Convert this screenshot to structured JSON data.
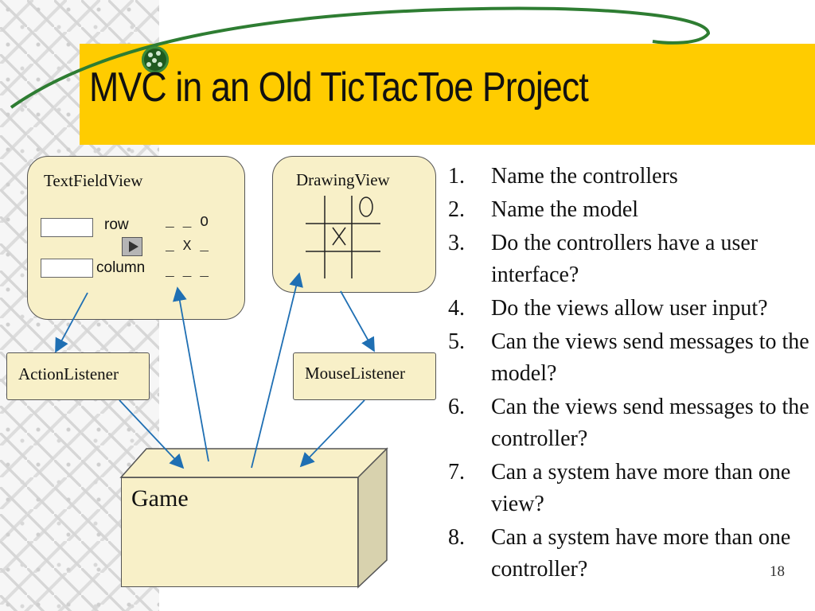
{
  "slide": {
    "title": "MVC in an Old TicTacToe Project",
    "page_number": "18",
    "colors": {
      "title_band": "#ffcc00",
      "box_fill": "#f8f0c8",
      "arrow": "#1f6fb3",
      "swoosh": "#2e7d32"
    },
    "logo_icon": "globe-logo-icon"
  },
  "diagram": {
    "text_field_view": {
      "title": "TextFieldView",
      "row_label": "row",
      "column_label": "column",
      "board_lines": [
        "_ _ O",
        "_ X _",
        "_ _ _"
      ]
    },
    "drawing_view": {
      "title": "DrawingView",
      "x_mark": "X",
      "o_mark": "O"
    },
    "action_listener": "ActionListener",
    "mouse_listener": "MouseListener",
    "game": "Game"
  },
  "questions": [
    {
      "num": "1.",
      "text": "Name the controllers"
    },
    {
      "num": "2.",
      "text": "Name the model"
    },
    {
      "num": "3.",
      "text": "Do the controllers have a user interface?"
    },
    {
      "num": "4.",
      "text": "Do the views allow user input?"
    },
    {
      "num": "5.",
      "text": "Can the views send messages to the model?"
    },
    {
      "num": "6.",
      "text": "Can the views send messages to the controller?"
    },
    {
      "num": "7.",
      "text": "Can a system have more than one view?"
    },
    {
      "num": "8.",
      "text": "Can a system have more than one controller?"
    }
  ]
}
